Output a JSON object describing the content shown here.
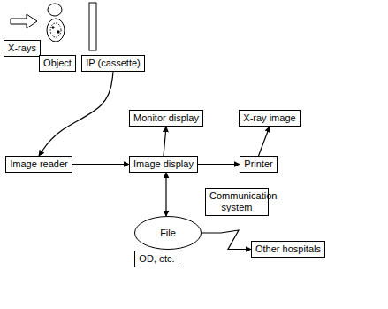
{
  "diagram": {
    "nodes": [
      {
        "text": [
          "X-rays"
        ]
      },
      {
        "text": [
          "Object"
        ]
      },
      {
        "text": [
          "IP (cassette)"
        ]
      },
      {
        "text": [
          "Monitor display"
        ]
      },
      {
        "text": [
          "X-ray image"
        ]
      },
      {
        "text": [
          "Image reader"
        ]
      },
      {
        "text": [
          "Image display"
        ]
      },
      {
        "text": [
          "Printer"
        ]
      },
      {
        "text": [
          "Communication system"
        ]
      },
      {
        "text": [
          "File"
        ]
      },
      {
        "text": [
          "OD, etc."
        ]
      },
      {
        "text": [
          "Other hospitals"
        ]
      }
    ],
    "edges": [
      {
        "from": 2,
        "to": 5,
        "arrow": "to"
      },
      {
        "from": 5,
        "to": 6,
        "arrow": "to"
      },
      {
        "from": 6,
        "to": 3,
        "arrow": "to"
      },
      {
        "from": 6,
        "to": 7,
        "arrow": "to"
      },
      {
        "from": 7,
        "to": 4,
        "arrow": "to"
      },
      {
        "from": 6,
        "to": 9,
        "arrow": "both"
      },
      {
        "from": 9,
        "to": 11,
        "arrow": "to"
      }
    ]
  }
}
